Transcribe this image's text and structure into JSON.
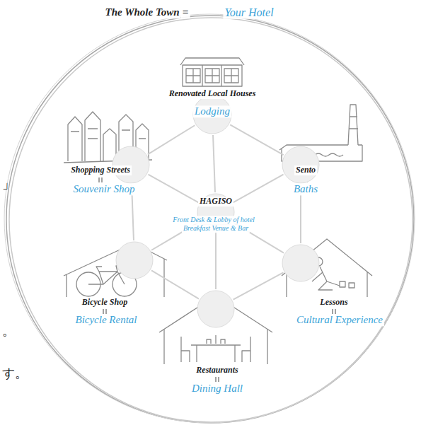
{
  "diagram": {
    "title": "The Whole Town",
    "nodes": [
      {
        "text": [
          "Renovated Local Houses",
          "Lodging"
        ]
      },
      {
        "text": [
          "Shopping Streets",
          "Souvenir Shop"
        ]
      },
      {
        "text": [
          "Sento",
          "Baths"
        ]
      },
      {
        "text": [
          "HAGISO",
          "Front Desk & Lobby of hotel",
          "Breakfast Venue & Bar"
        ]
      },
      {
        "text": [
          "Bicycle Shop",
          "Bicycle Rental"
        ]
      },
      {
        "text": [
          "Lessons",
          "Cultural Experience"
        ]
      },
      {
        "text": [
          "Restaurants",
          "Dining Hall"
        ]
      }
    ],
    "edges": [
      {
        "from": 0,
        "to": 1,
        "arrow": "none"
      },
      {
        "from": 0,
        "to": 2,
        "arrow": "none"
      },
      {
        "from": 0,
        "to": 3,
        "arrow": "none"
      },
      {
        "from": 1,
        "to": 3,
        "arrow": "none"
      },
      {
        "from": 2,
        "to": 3,
        "arrow": "none"
      },
      {
        "from": 1,
        "to": 4,
        "arrow": "none"
      },
      {
        "from": 2,
        "to": 5,
        "arrow": "none"
      },
      {
        "from": 3,
        "to": 4,
        "arrow": "none"
      },
      {
        "from": 3,
        "to": 5,
        "arrow": "none"
      },
      {
        "from": 3,
        "to": 6,
        "arrow": "none"
      },
      {
        "from": 4,
        "to": 6,
        "arrow": "none"
      },
      {
        "from": 5,
        "to": 6,
        "arrow": "none"
      }
    ],
    "labels": [
      "=",
      "Your Hotel",
      "」",
      "。",
      "す。"
    ]
  }
}
